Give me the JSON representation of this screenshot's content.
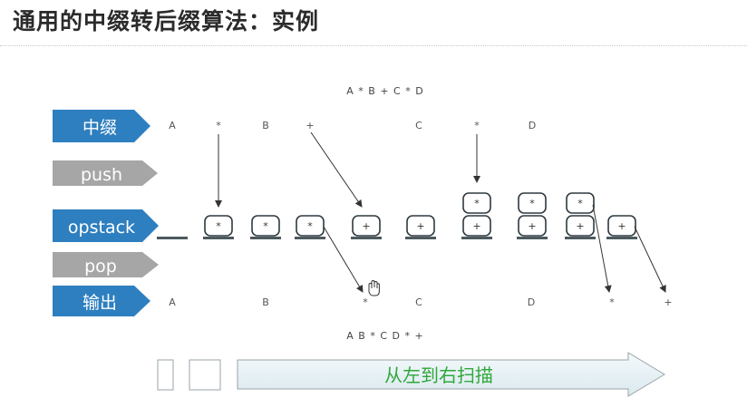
{
  "title": "通用的中缀转后缀算法：实例",
  "infix_expression": "A * B + C * D",
  "postfix_expression": "A B * C D * +",
  "row_labels": {
    "infix": "中缀",
    "push": "push",
    "opstack": "opstack",
    "pop": "pop",
    "output": "输出"
  },
  "label_colors": {
    "active": "#2e7fbf",
    "inactive": "#a6a6a6"
  },
  "infix_tokens": [
    "A",
    "*",
    "B",
    "+",
    "C",
    "*",
    "D"
  ],
  "output_tokens": [
    "A",
    "B",
    "*",
    "C",
    "D",
    "*",
    "+"
  ],
  "stack_states": [
    [],
    [
      "*"
    ],
    [
      "*"
    ],
    [
      "*"
    ],
    [
      "+"
    ],
    [
      "+"
    ],
    [
      "+",
      "*"
    ],
    [
      "+",
      "*"
    ],
    [
      "+",
      "*"
    ],
    [
      "+"
    ]
  ],
  "scan_label": "从左到右扫描"
}
